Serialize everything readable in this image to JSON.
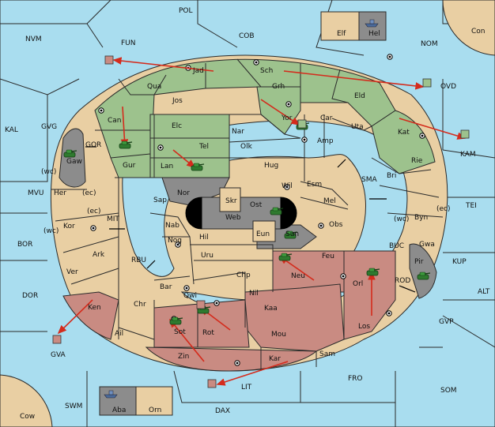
{
  "colors": {
    "sea": "#a9ddef",
    "neutral": "#e9cfa3",
    "green_power": "#9dc28d",
    "red_power": "#c98b82",
    "gray_power": "#8c8c8c",
    "arrow": "#d42b1c",
    "border": "#2a2a2a"
  },
  "sea_labels": {
    "POL": "POL",
    "NVM": "NVM",
    "FUN": "FUN",
    "COB": "COB",
    "NOM": "NOM",
    "Con": "Con",
    "OVD": "OVD",
    "KAL": "KAL",
    "GVG": "GVG",
    "GOR": "GOR",
    "KAM": "KAM",
    "SMA": "SMA",
    "MVU": "MVU",
    "MIT": "MIT",
    "TEI": "TEI",
    "BOR": "BOR",
    "RBU": "RBU",
    "BUC": "BUC",
    "KUP": "KUP",
    "DOR": "DOR",
    "ROD": "ROD",
    "ALT": "ALT",
    "GVP": "GVP",
    "GVA": "GVA",
    "FRO": "FRO",
    "LIT": "LIT",
    "SOM": "SOM",
    "SWM": "SWM",
    "DAX": "DAX",
    "Cow": "Cow",
    "Elf": "Elf",
    "Hel": "Hel",
    "Aba": "Aba",
    "Orn": "Orn",
    "wc1": "(wc)",
    "ec1": "(ec)",
    "ec2": "(ec)",
    "wc2": "(wc)",
    "wc3": "(wc)",
    "ec3": "(ec)"
  },
  "land_labels": {
    "Jad": "Jad",
    "Sch": "Sch",
    "Qua": "Qua",
    "Jos": "Jos",
    "Grh": "Grh",
    "Eld": "Eld",
    "Can": "Can",
    "Yor": "Yor",
    "Car": "Car",
    "Uta": "Uta",
    "Elc": "Elc",
    "Nar": "Nar",
    "Kat": "Kat",
    "Amp": "Amp",
    "Gaw": "Gaw",
    "Gur": "Gur",
    "Tel": "Tel",
    "Olk": "Olk",
    "Lan": "Lan",
    "Hug": "Hug",
    "Rie": "Rie",
    "Nor": "Nor",
    "Wil": "Wil",
    "Esm": "Esm",
    "Bri": "Bri",
    "Her": "Her",
    "Skr": "Skr",
    "Sap": "Sap",
    "Ost": "Ost",
    "Mel": "Mel",
    "Web": "Web",
    "Byn": "Byn",
    "Kor": "Kor",
    "Nab": "Nab",
    "Eun": "Eun",
    "Obs": "Obs",
    "Gwa": "Gwa",
    "Hil": "Hil",
    "Sun": "Sun",
    "Nog": "Nog",
    "Ark": "Ark",
    "Uru": "Uru",
    "Feu": "Feu",
    "Pir": "Pir",
    "Ver": "Ver",
    "Neu": "Neu",
    "Chp": "Chp",
    "Orl": "Orl",
    "Bar": "Bar",
    "Qwi": "Qwi",
    "Nil": "Nil",
    "Chr": "Chr",
    "Ken": "Ken",
    "Kaa": "Kaa",
    "Sot": "Sot",
    "Rot": "Rot",
    "Los": "Los",
    "Ail": "Ail",
    "Mou": "Mou",
    "Zin": "Zin",
    "Kar": "Kar",
    "Sam": "Sam"
  }
}
